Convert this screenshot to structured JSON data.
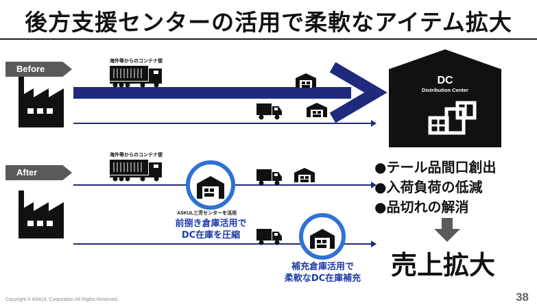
{
  "title": "後方支援センターの活用で柔軟なアイテム拡大",
  "before": {
    "tag": "Before",
    "container_label": "海外等からのコンテナ便"
  },
  "after": {
    "tag": "After",
    "container_label": "海外等からのコンテナ便",
    "askul_label": "ASKUL三芳センターを活用",
    "note1_line1": "前捌き倉庫活用で",
    "note1_line2": "DC在庫を圧縮",
    "note2_line1": "補充倉庫活用で",
    "note2_line2": "柔軟なDC在庫補充"
  },
  "dc": {
    "title": "DC",
    "subtitle": "Distribution Center"
  },
  "benefits": [
    "●テール品間口創出",
    "●入荷負荷の低減",
    "●品切れの解消"
  ],
  "result": "売上拡大",
  "footer": {
    "copyright": "Copyright © ASKUL Corporation All Rights Reserved.",
    "page": "38"
  },
  "colors": {
    "navy": "#202a7c",
    "blue": "#2f72d4",
    "dark": "#111111",
    "gray": "#5a5a5a"
  }
}
